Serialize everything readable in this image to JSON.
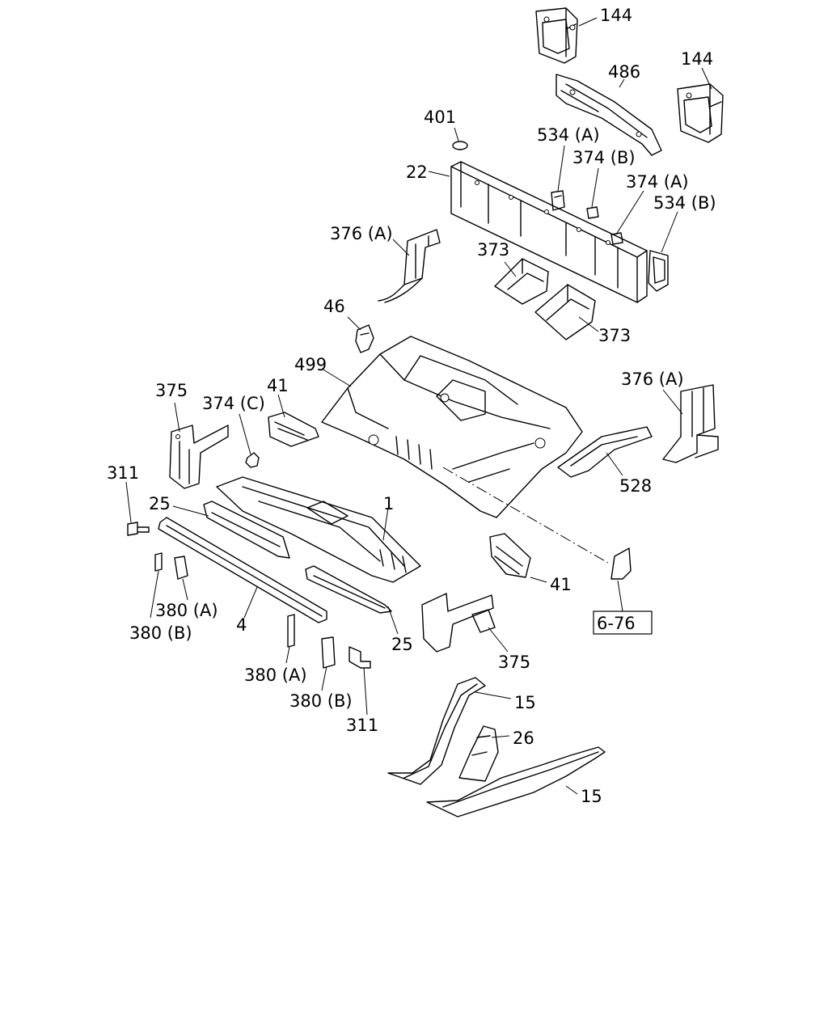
{
  "labels": {
    "l144a": "144",
    "l144b": "144",
    "l486": "486",
    "l401": "401",
    "l534a": "534 (A)",
    "l374b": "374 (B)",
    "l22": "22",
    "l374a": "374 (A)",
    "l534b": "534 (B)",
    "l376a_top": "376 (A)",
    "l373a": "373",
    "l373b": "373",
    "l46": "46",
    "l499": "499",
    "l376a_right": "376 (A)",
    "l375a": "375",
    "l374c": "374 (C)",
    "l41a": "41",
    "l311a": "311",
    "l25a": "25",
    "l1": "1",
    "l528": "528",
    "l380a_left": "380 (A)",
    "l380b_left": "380 (B)",
    "l4": "4",
    "l41b": "41",
    "l25b": "25",
    "l375b": "375",
    "l380a_mid": "380 (A)",
    "l380b_mid": "380 (B)",
    "l311b": "311",
    "l15a": "15",
    "l26": "26",
    "l15b": "15",
    "ref": "6-76"
  }
}
